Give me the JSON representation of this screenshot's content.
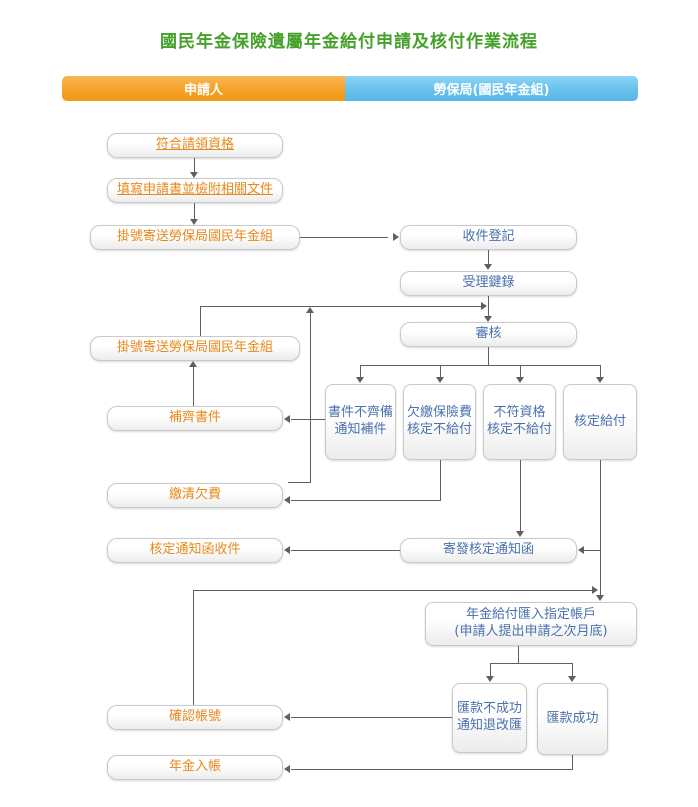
{
  "title": "國民年金保險遺屬年金給付申請及核付作業流程",
  "lanes": {
    "applicant": "申請人",
    "bureau": "勞保局(國民年金組)"
  },
  "boxes": {
    "eligibility": "符合請領資格",
    "fill_form": "填寫申請書並檢附相關文件",
    "mail_1": "掛號寄送勞保局國民年金組",
    "mail_2": "掛號寄送勞保局國民年金組",
    "supplement_docs": "補齊書件",
    "pay_arrears": "繳清欠費",
    "receive_notice": "核定通知函收件",
    "confirm_account": "確認帳號",
    "pension_credited": "年金入帳",
    "register_receipt": "收件登記",
    "entry_keying": "受理鍵錄",
    "review": "審核",
    "incomplete_docs": "書件不齊備\n通知補件",
    "unpaid_premium": "欠繳保險費\n核定不給付",
    "unqualified": "不符資格\n核定不給付",
    "approve_payment": "核定給付",
    "send_notice": "寄發核定通知函",
    "deposit_account": "年金給付匯入指定帳戶\n(申請人提出申請之次月底)",
    "remit_fail": "匯款不成功\n通知退改匯",
    "remit_success": "匯款成功"
  },
  "colors": {
    "title_green": "#45a12b",
    "applicant_lane_orange": "#f5a024",
    "bureau_lane_blue": "#64c0ec",
    "applicant_text_orange": "#e6891c",
    "bureau_text_blue": "#4a70ad",
    "connector_gray": "#5f5f5f"
  }
}
